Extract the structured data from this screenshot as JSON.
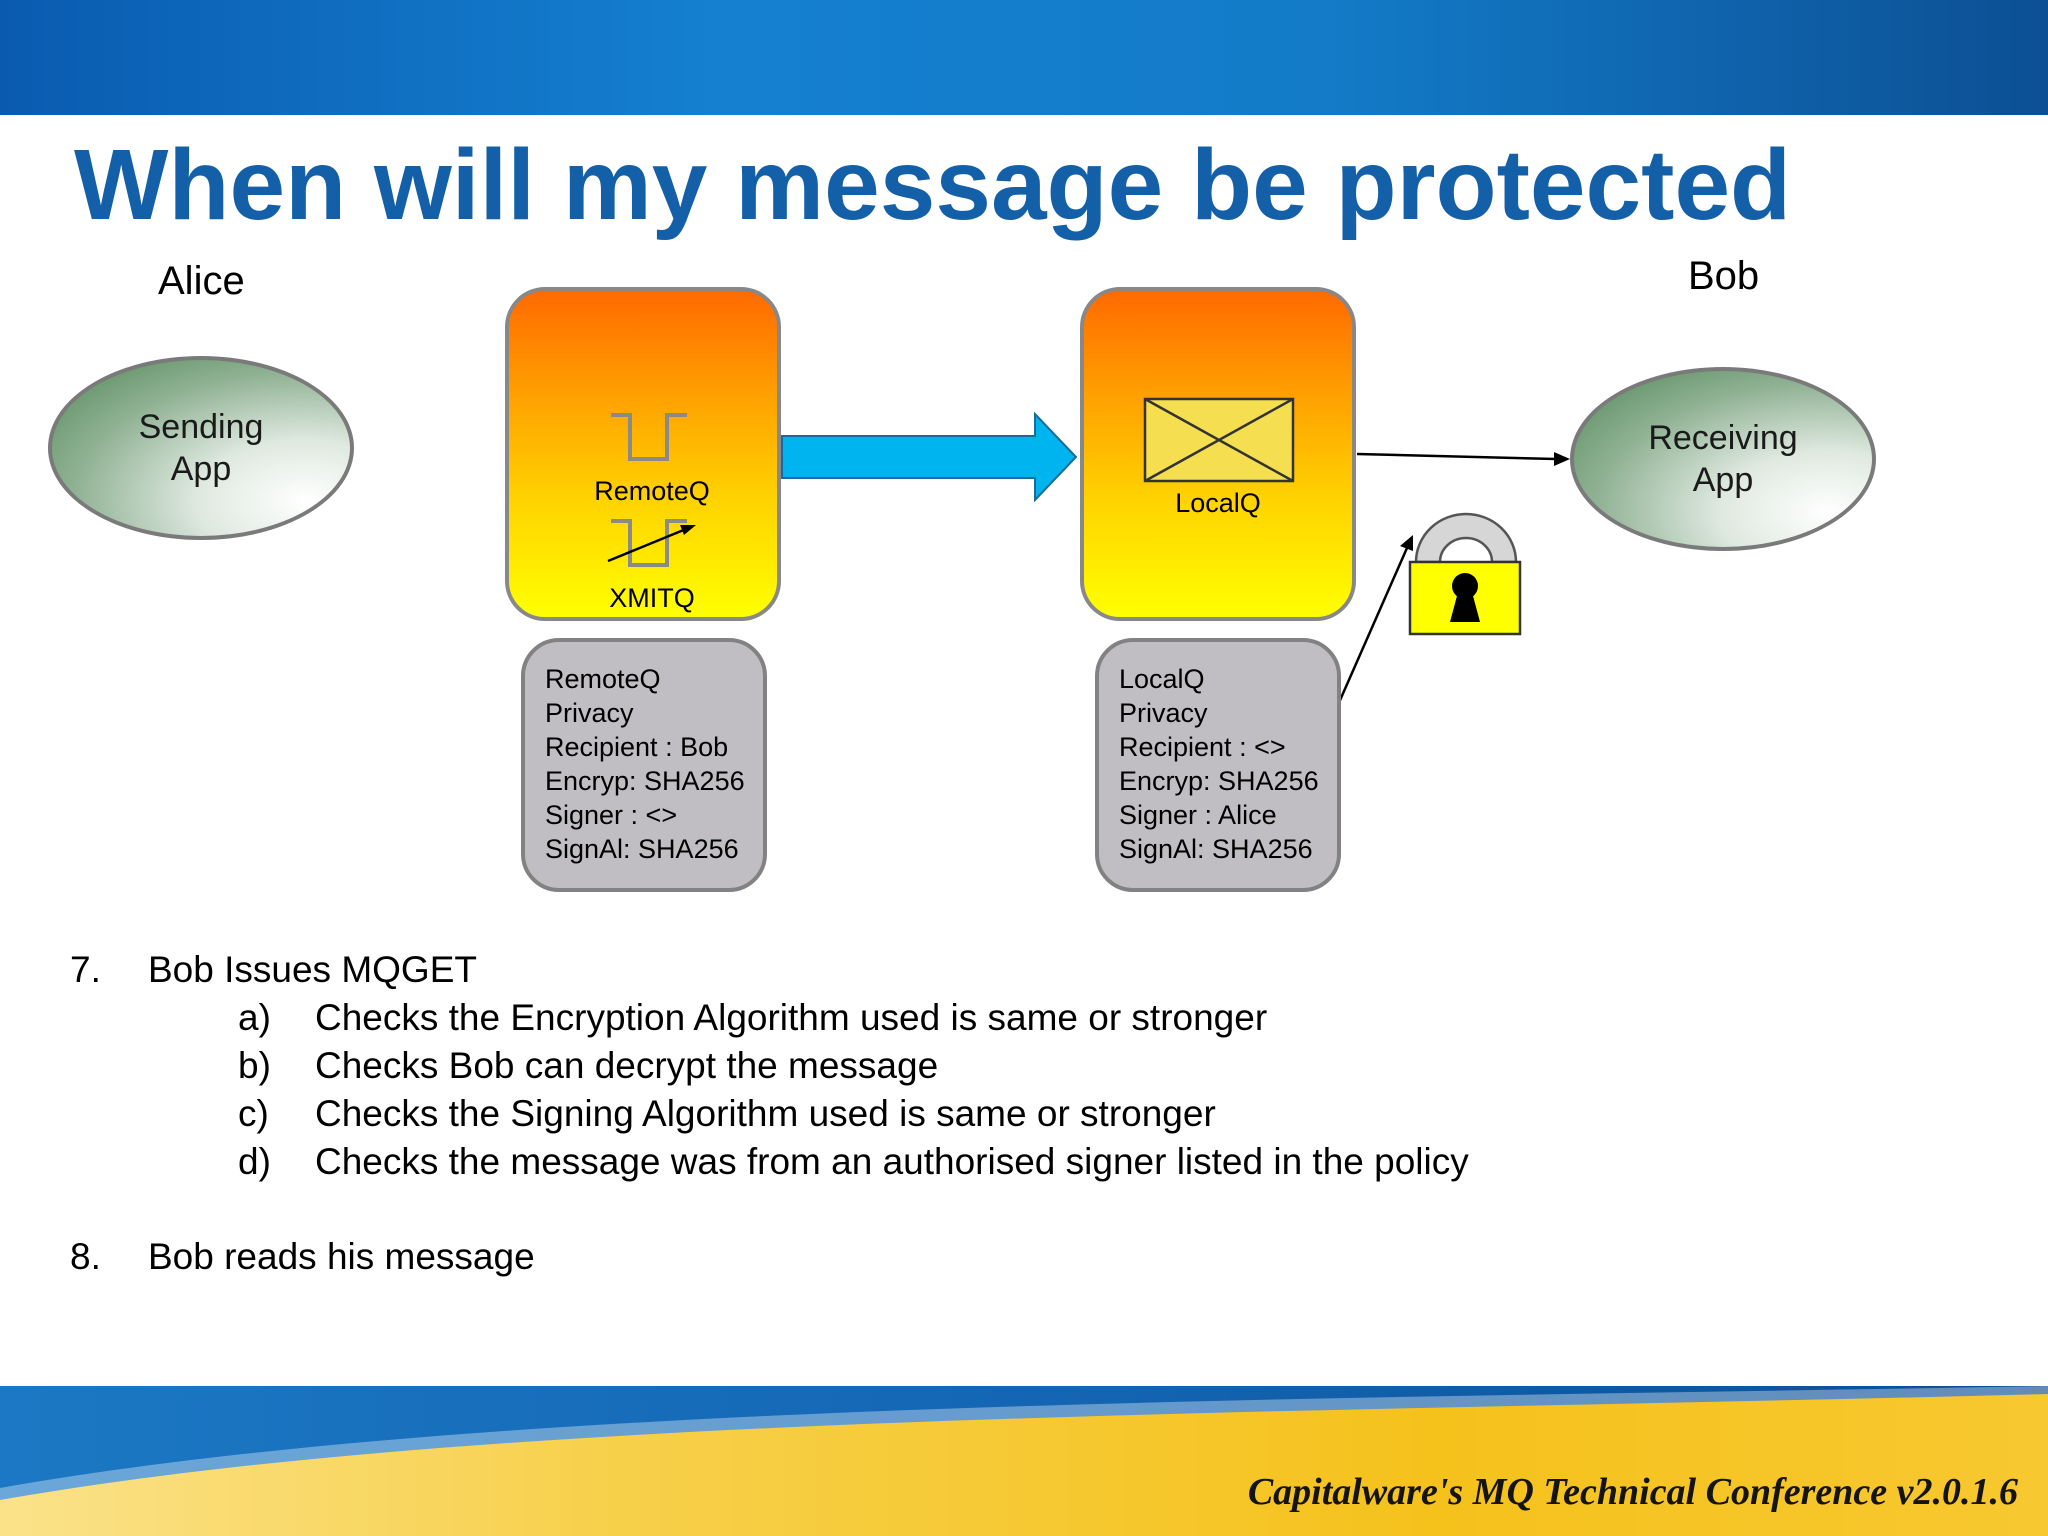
{
  "title": "When will my message be protected",
  "sender": {
    "person": "Alice",
    "app_label": "Sending App"
  },
  "receiver": {
    "person": "Bob",
    "app_label": "Receiving App"
  },
  "queue_managers": [
    {
      "queues": [
        "RemoteQ",
        "XMITQ"
      ]
    },
    {
      "queues": [
        "LocalQ"
      ]
    }
  ],
  "policies": [
    {
      "lines": [
        "RemoteQ",
        "Privacy",
        "Recipient : Bob",
        "Encryp: SHA256",
        "Signer : <>",
        "SignAl: SHA256"
      ]
    },
    {
      "lines": [
        "LocalQ",
        "Privacy",
        "Recipient : <>",
        "Encryp: SHA256",
        "Signer : Alice",
        "SignAl: SHA256"
      ]
    }
  ],
  "steps": [
    {
      "number": "7.",
      "text": "Bob Issues MQGET",
      "substeps": [
        {
          "letter": "a)",
          "text": "Checks the Encryption Algorithm used is same or stronger"
        },
        {
          "letter": "b)",
          "text": "Checks Bob can decrypt the message"
        },
        {
          "letter": "c)",
          "text": "Checks the Signing Algorithm used is same or stronger"
        },
        {
          "letter": "d)",
          "text": "Checks the message was from an authorised signer listed in the policy"
        }
      ]
    },
    {
      "number": "8.",
      "text": "Bob reads his message",
      "substeps": []
    }
  ],
  "footer": "Capitalware's MQ Technical Conference v2.0.1.6",
  "colors": {
    "title": "#1460a8",
    "header": "#1580d0",
    "queue_manager_top": "#ff6a00",
    "queue_manager_bottom": "#ffff00",
    "flow_arrow": "#00b4f0",
    "policy_box": "#c0bec2",
    "lock_body": "#ffff00",
    "footer_gold": "#f7c21e"
  },
  "icons": {
    "queue": "queue-icon",
    "message": "envelope-icon",
    "lock": "padlock-icon"
  }
}
